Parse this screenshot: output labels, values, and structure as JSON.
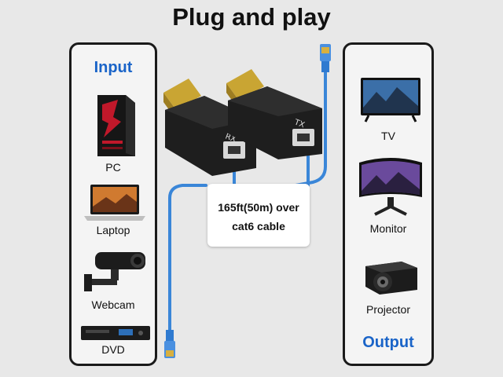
{
  "title": "Plug and play",
  "input": {
    "heading": "Input",
    "devices": [
      "PC",
      "Laptop",
      "Webcam",
      "DVD"
    ]
  },
  "output": {
    "heading": "Output",
    "devices": [
      "TV",
      "Monitor",
      "Projector"
    ]
  },
  "cable": {
    "line1": "165ft(50m) over",
    "line2": "cat6 cable"
  },
  "extender": {
    "left_label": "RX",
    "right_label": "TX"
  },
  "colors": {
    "accent": "#1a64c8",
    "cable": "#3a86d8",
    "panel_border": "#1a1a1a"
  }
}
